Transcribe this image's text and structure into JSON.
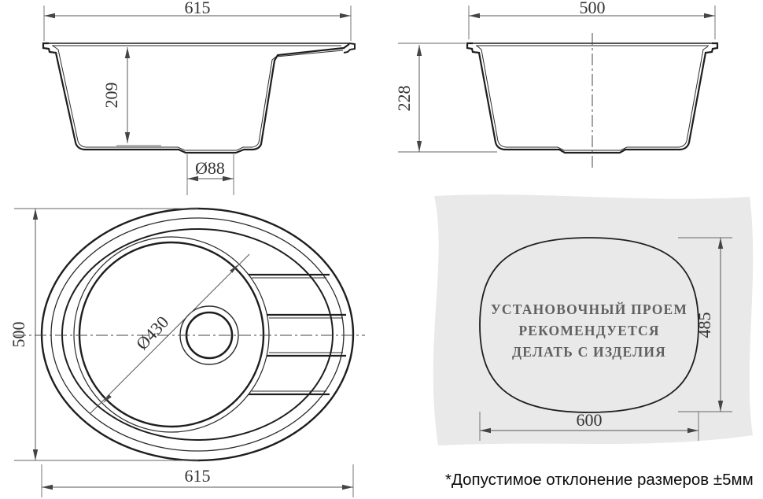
{
  "views": {
    "front": {
      "width": "615",
      "depth": "209",
      "drain": "Ø88"
    },
    "side": {
      "width": "500",
      "depth": "228"
    },
    "top": {
      "height": "500",
      "width": "615",
      "bowl": "Ø430"
    },
    "cutout": {
      "text_line1": "УСТАНОВОЧНЫЙ ПРОЕМ",
      "text_line2": "РЕКОМЕНДУЕТСЯ",
      "text_line3": "ДЕЛАТЬ С ИЗДЕЛИЯ",
      "height": "485",
      "width": "600"
    }
  },
  "footnote": "*Допустимое отклонение размеров ±5мм",
  "colors": {
    "object_line": "#1e1e1e",
    "dimension_line": "#555555",
    "dimension_text": "#333333",
    "panel_gray": "#e9e9e9",
    "cutout_text": "#606060",
    "footnote_text": "#0d0d0d",
    "background": "#ffffff"
  }
}
